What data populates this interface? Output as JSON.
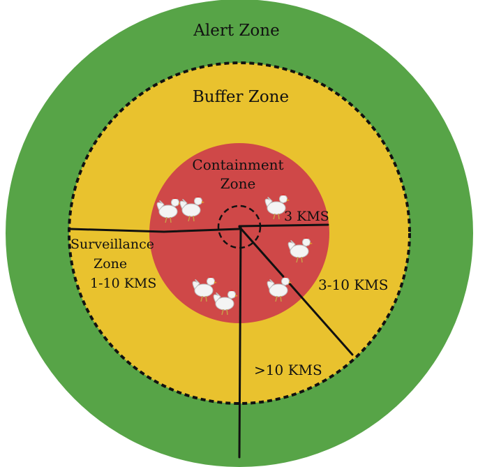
{
  "colors": {
    "alert": "#57a447",
    "buffer": "#e9c22e",
    "containment": "#cf4848",
    "line": "#111111",
    "hen": "#f4f4f4"
  },
  "labels": {
    "alert": "Alert Zone",
    "buffer": "Buffer Zone",
    "containment_1": "Containment",
    "containment_2": "Zone",
    "surveillance_1": "Surveillance",
    "surveillance_2": "Zone",
    "surveillance_3": "1-10 KMS",
    "km3": "3 KMS",
    "km3_10": "3-10 KMS",
    "km10": ">10 KMS"
  },
  "icons": [
    "hen-icon",
    "hen-icon",
    "hen-icon",
    "hen-icon",
    "hen-icon",
    "hen-icon",
    "hen-icon"
  ]
}
